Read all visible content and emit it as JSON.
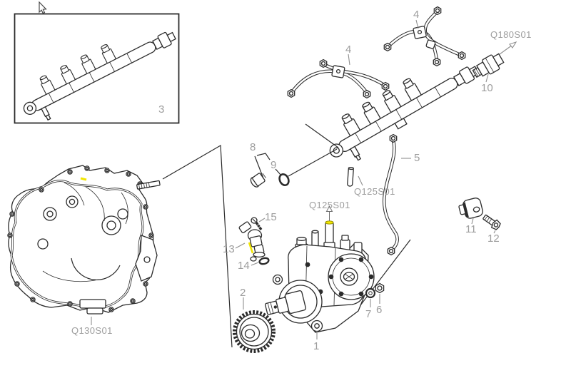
{
  "page": {
    "background": "#ffffff",
    "kind": "exploded-parts-diagram"
  },
  "colors": {
    "line": "#2b2b2b",
    "label": "#9d9d9d",
    "highlight": "#f2e600"
  },
  "cursor": {
    "icon": "arrow-pointer"
  },
  "labels": {
    "inset_part": "3",
    "pipe_group_a": "4",
    "pipe_group_b": "4",
    "sensor": "10",
    "sensor_code": "Q180S01",
    "plug": "8",
    "plug_oring": "9",
    "pin_code": "Q125S01",
    "pump_top_code": "Q125S01",
    "feed_pipe": "5",
    "screw": "15",
    "valve": "13",
    "valve_oring": "14",
    "clamp": "11",
    "clamp_bolt": "12",
    "gear": "2",
    "pump": "1",
    "nut": "6",
    "washer": "7",
    "case_code": "Q130S01"
  }
}
